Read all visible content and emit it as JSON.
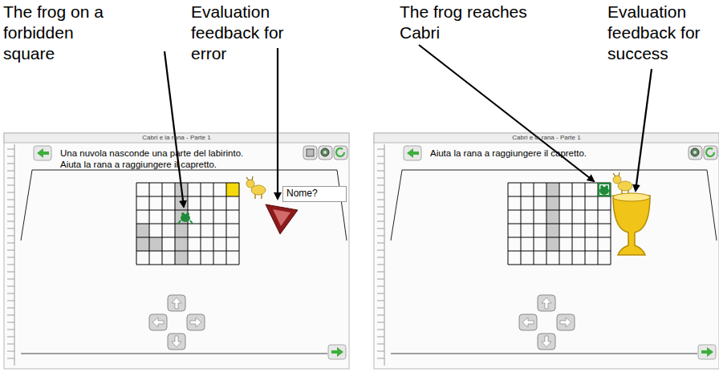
{
  "diagram": {
    "nodes": [
      {
        "text": [
          "Cabri e la rana - Parte 1",
          "Una nuvola nasconde una parte del labirinto. Aiuta la rana a raggiungere il capretto."
        ]
      },
      {
        "text": [
          "Nome?"
        ],
        "in": 0
      },
      {
        "text": [
          "Cabri e la rana - Parte 1",
          "Aiuta la rana a raggiungere il capretto."
        ]
      }
    ],
    "labels": [
      "The frog on a forbidden square",
      "Evaluation feedback for error",
      "The frog reaches Cabri",
      "Evaluation feedback for success"
    ]
  }
}
